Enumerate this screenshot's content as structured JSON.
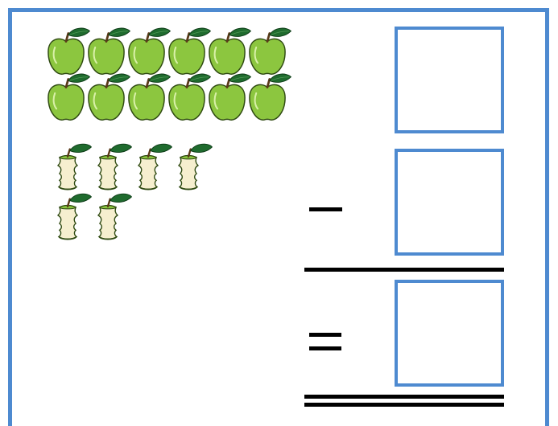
{
  "worksheet": {
    "frame_color": "#4e8ad0",
    "whole_apples": {
      "count": 12,
      "per_row": 6,
      "icon": "green-apple-icon",
      "color": "#8cc63f"
    },
    "apple_cores": {
      "count": 6,
      "per_row": 4,
      "icon": "apple-core-icon",
      "color": "#8cc63f"
    },
    "operator_minus": {
      "icon": "minus-sign-icon"
    },
    "operator_equals": {
      "icon": "equals-sign-icon"
    },
    "answer_boxes": [
      {
        "id": "total",
        "value": ""
      },
      {
        "id": "taken",
        "value": ""
      },
      {
        "id": "result",
        "value": ""
      }
    ]
  }
}
